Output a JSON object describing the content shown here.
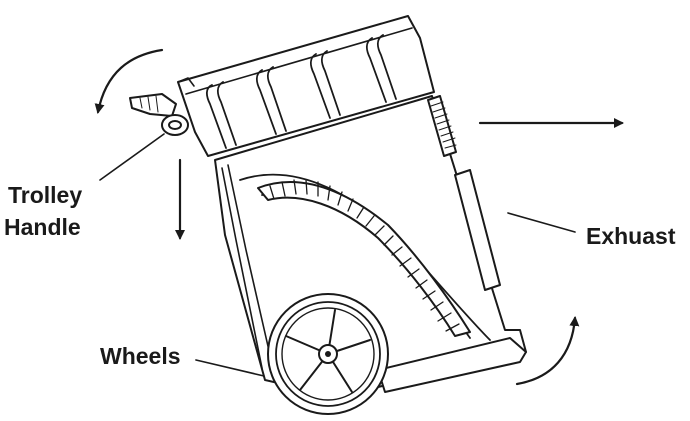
{
  "labels": {
    "trolley_handle_line1": "Trolley",
    "trolley_handle_line2": "Handle",
    "exhaust": "Exhuast",
    "wheels": "Wheels"
  }
}
